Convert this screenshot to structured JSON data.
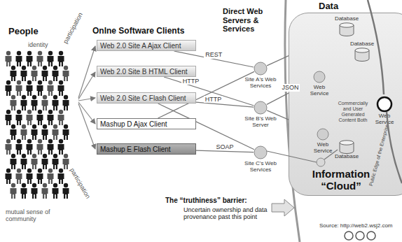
{
  "diagram": {
    "nodes": [
      {
        "text": [
          "Web 2.0 Site A Ajax Client"
        ]
      },
      {
        "text": [
          "Web 2.0 Site B HTML Client"
        ]
      },
      {
        "text": [
          "Web 2.0 Site C Flash Client"
        ]
      },
      {
        "text": [
          "Mashup D Ajax Client"
        ]
      },
      {
        "text": [
          "Mashup E Flash Client"
        ]
      },
      {
        "text": [
          "Site A's Web Services"
        ]
      },
      {
        "text": [
          "Site B's Web Server"
        ]
      },
      {
        "text": [
          "Site C's Web Services"
        ]
      },
      {
        "text": [
          "Information “Cloud”"
        ]
      },
      {
        "text": [
          "Database"
        ],
        "in": 8
      },
      {
        "text": [
          "Web Service"
        ],
        "in": 8
      },
      {
        "text": [
          "Database"
        ],
        "in": 8
      },
      {
        "text": [
          "Web Service"
        ],
        "in": 8
      },
      {
        "text": [
          "Database"
        ],
        "in": 8
      },
      {
        "text": [
          "Web Service"
        ]
      }
    ],
    "edges": [
      {
        "from": 0,
        "to": 5,
        "label": "REST",
        "arrow": "none"
      },
      {
        "from": 1,
        "to": 6,
        "label": "HTTP",
        "arrow": "none"
      },
      {
        "from": 6,
        "to": 10,
        "label": "JSON",
        "arrow": "none"
      },
      {
        "from": 2,
        "to": 6,
        "label": "HTTP",
        "arrow": "none"
      },
      {
        "from": 4,
        "to": 7,
        "label": "SOAP",
        "arrow": "none"
      },
      {
        "from": 3,
        "to": 5,
        "arrow": "none"
      },
      {
        "from": 2,
        "to": 7,
        "arrow": "none"
      },
      {
        "from": 5,
        "to": 9,
        "arrow": "none"
      },
      {
        "from": 6,
        "to": 12,
        "arrow": "none"
      },
      {
        "from": 10,
        "to": 11,
        "arrow": "none"
      },
      {
        "from": 12,
        "to": 13,
        "arrow": "none"
      },
      {
        "from": 10,
        "to": 14,
        "arrow": "none"
      },
      {
        "from": 13,
        "to": 14,
        "arrow": "none"
      }
    ],
    "labels": [
      "People",
      "Onlne Software Clients",
      "Direct Web Servers & Services",
      "Data",
      "identity",
      "participation",
      "participation",
      "mutual sense of community",
      "Commercially and User Generated Content Both",
      "Public Edge of the Enterprise",
      "The “truthiness” barrier:",
      "Uncertain ownership and data provenance past this point",
      "Source: http://web2.wsj2.com"
    ]
  }
}
